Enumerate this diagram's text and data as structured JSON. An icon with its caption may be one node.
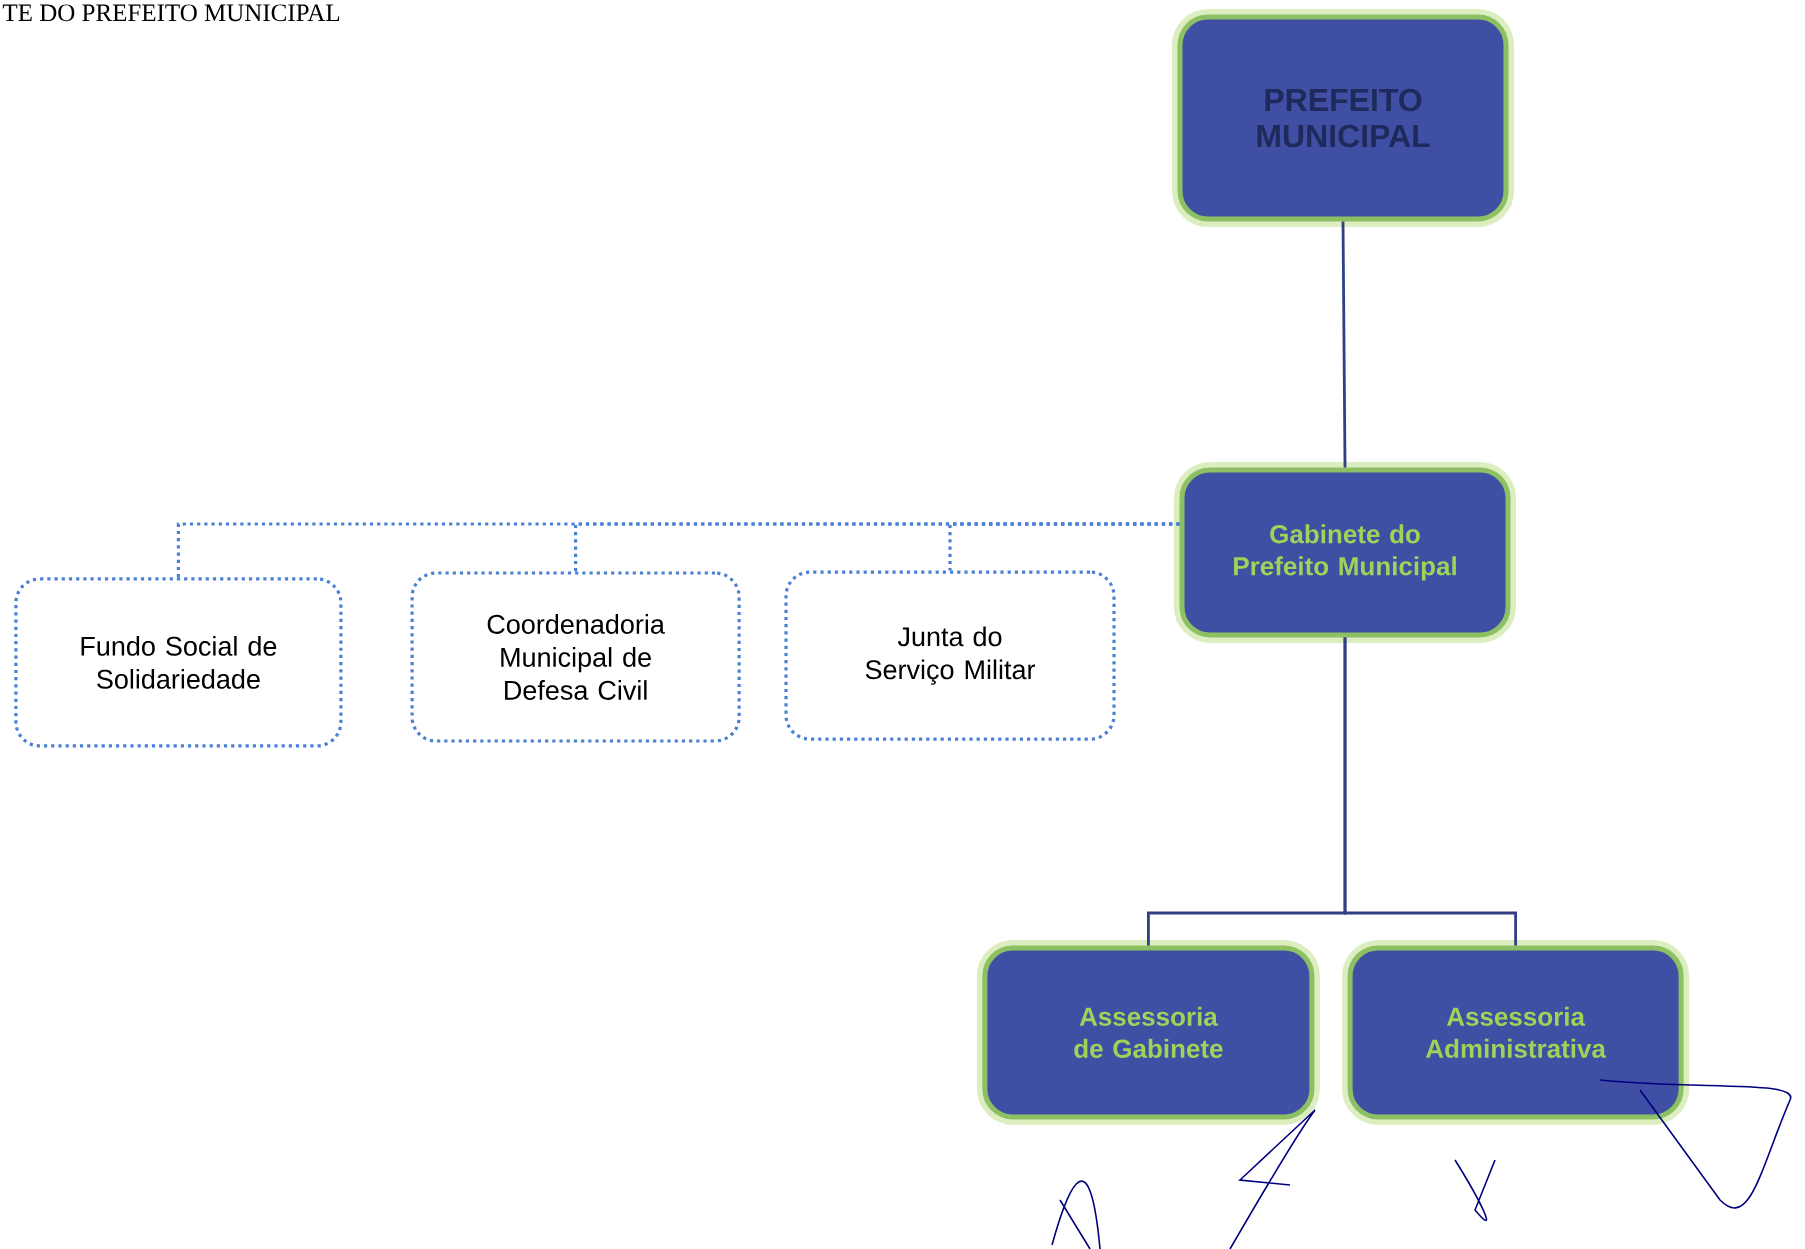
{
  "diagram": {
    "title": "TE DO PREFEITO MUNICIPAL",
    "nodes": [
      {
        "text": [
          "PREFEITO MUNICIPAL"
        ]
      },
      {
        "text": [
          "Gabinete do Prefeito Municipal"
        ]
      },
      {
        "text": [
          "Fundo Social de Solidariedade"
        ]
      },
      {
        "text": [
          "Coordenadoria Municipal de Defesa Civil"
        ]
      },
      {
        "text": [
          "Junta do Serviço Militar"
        ]
      },
      {
        "text": [
          "Assessoria de Gabinete"
        ]
      },
      {
        "text": [
          "Assessoria Administrativa"
        ]
      }
    ],
    "edges": [
      {
        "from": 0,
        "to": 1,
        "arrow": "none"
      },
      {
        "from": 1,
        "to": 2,
        "arrow": "none",
        "style": "dashed"
      },
      {
        "from": 1,
        "to": 3,
        "arrow": "none",
        "style": "dashed"
      },
      {
        "from": 1,
        "to": 4,
        "arrow": "none",
        "style": "dashed"
      },
      {
        "from": 1,
        "to": 5,
        "arrow": "none"
      },
      {
        "from": 1,
        "to": 6,
        "arrow": "none"
      }
    ]
  }
}
